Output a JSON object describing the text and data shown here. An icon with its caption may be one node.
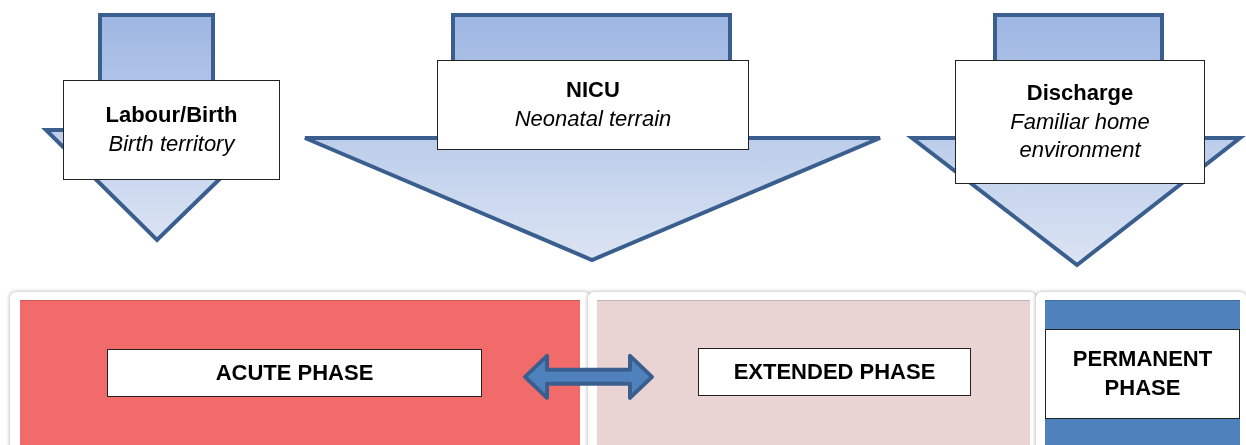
{
  "diagram": {
    "nodes": [
      {
        "text": [
          "Labour/Birth",
          "Birth territory"
        ]
      },
      {
        "text": [
          "NICU",
          "Neonatal terrain"
        ]
      },
      {
        "text": [
          "Discharge",
          "Familiar home environment"
        ]
      },
      {
        "text": [],
        "shape": "box"
      },
      {
        "text": [
          "ACUTE PHASE"
        ],
        "in": 3
      },
      {
        "text": [],
        "shape": "box"
      },
      {
        "text": [
          "EXTENDED PHASE"
        ],
        "in": 5
      },
      {
        "text": [],
        "shape": "box"
      },
      {
        "text": [
          "PERMANENT PHASE"
        ],
        "in": 7
      }
    ],
    "edges": [
      {
        "from": 3,
        "to": 5,
        "arrow": "both",
        "style": "thick",
        "color": "#4f81bd"
      }
    ]
  }
}
